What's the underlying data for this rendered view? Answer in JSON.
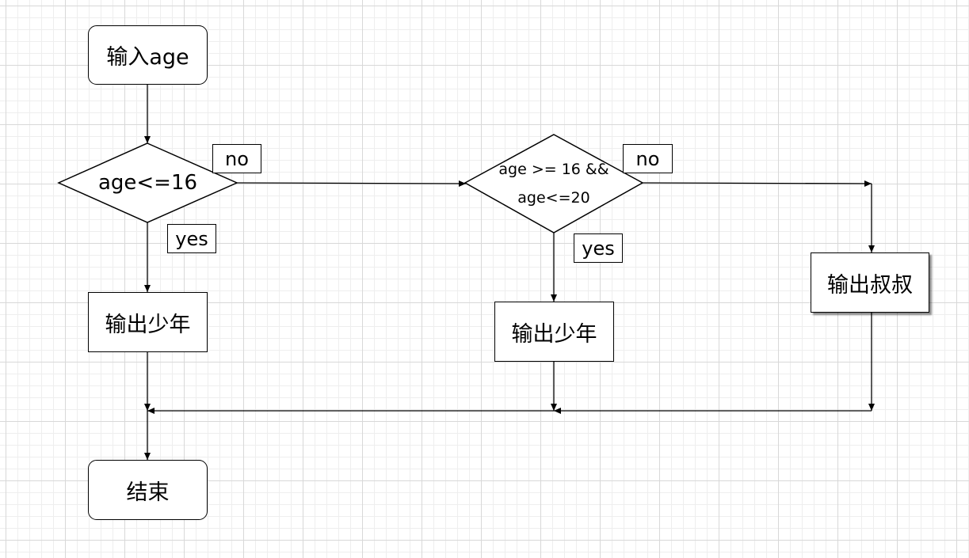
{
  "nodes": {
    "input_age": "输入age",
    "decision_1": "age<=16",
    "decision_2_line1": "age >= 16 &&",
    "decision_2_line2": "age<=20",
    "output_youth_1": "输出少年",
    "output_youth_2": "输出少年",
    "output_uncle": "输出叔叔",
    "end": "结束"
  },
  "edge_labels": {
    "d1_no": "no",
    "d1_yes": "yes",
    "d2_no": "no",
    "d2_yes": "yes"
  }
}
